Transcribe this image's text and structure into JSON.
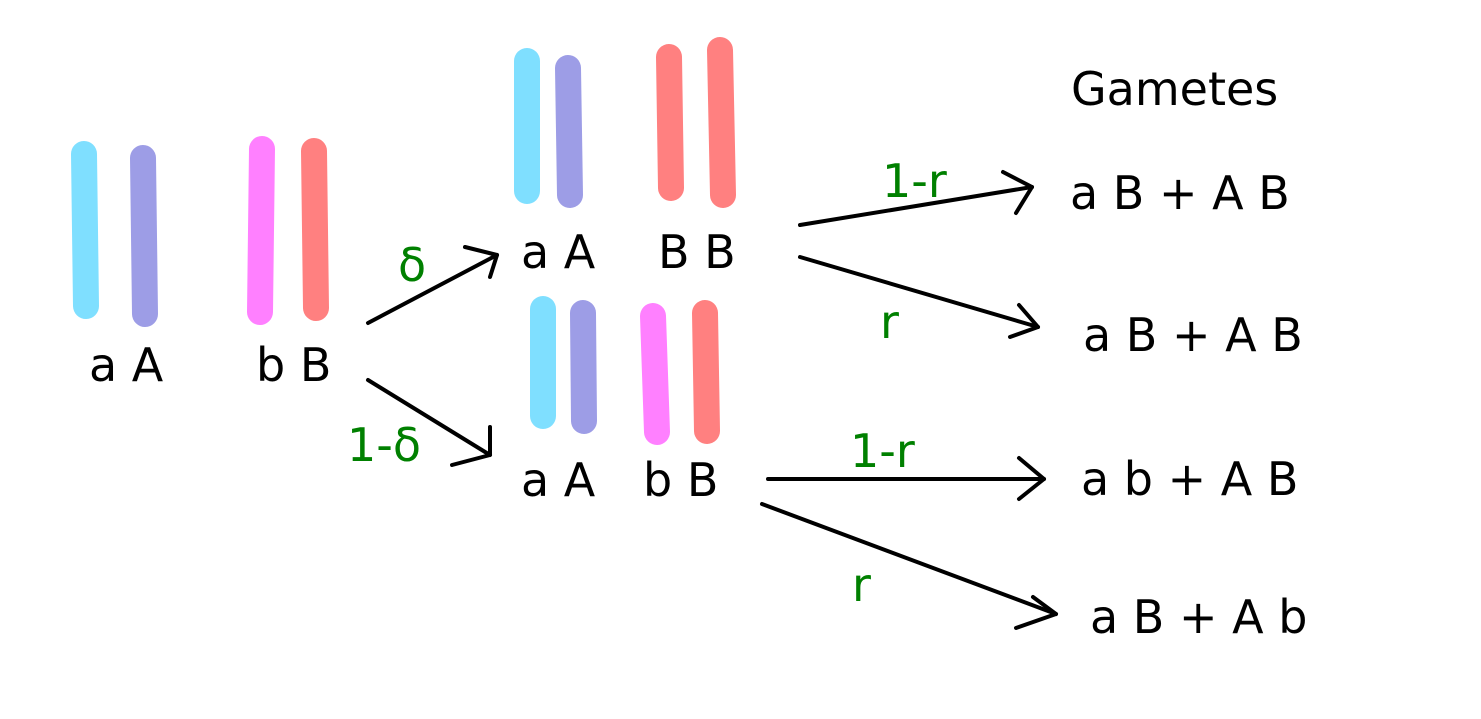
{
  "colors": {
    "cyan": "#7fdfff",
    "lavender": "#9d9de6",
    "magenta": "#ff80ff",
    "salmon": "#ff8080",
    "probability_text": "#008000",
    "allele_text": "#000000",
    "arrow": "#000000"
  },
  "parent": {
    "pair1_label": "a A",
    "pair2_label": "b B"
  },
  "branches": {
    "delta": "δ",
    "one_minus_delta": "1-δ"
  },
  "upper_genotype": {
    "pair1_label": "a A",
    "pair2_label": "B B",
    "prob_no_recomb": "1-r",
    "prob_recomb": "r"
  },
  "lower_genotype": {
    "pair1_label": "a A",
    "pair2_label": "b B",
    "prob_no_recomb": "1-r",
    "prob_recomb": "r"
  },
  "gametes": {
    "title": "Gametes",
    "g1": "a B + A B",
    "g2": "a B + A B",
    "g3": "a b + A B",
    "g4": "a B + A b"
  }
}
